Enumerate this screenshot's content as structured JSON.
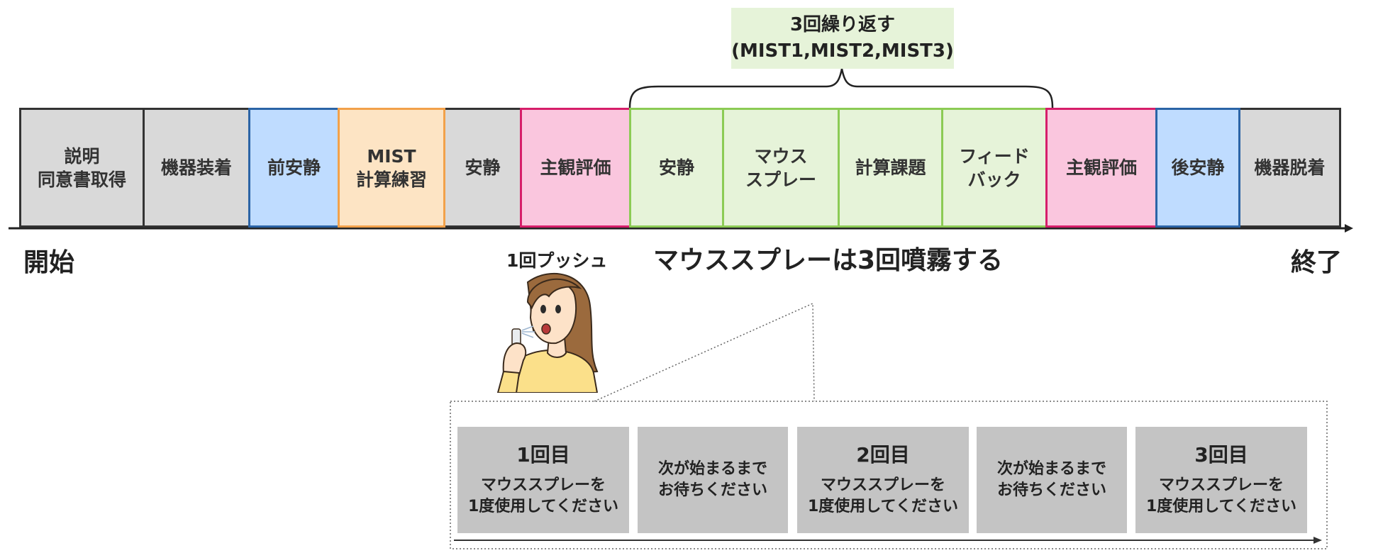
{
  "repeat_label": {
    "line1": "3回繰り返す",
    "line2": "(MIST1,MIST2,MIST3)"
  },
  "timeline": [
    {
      "label": "説明\n同意書取得",
      "color": "gray"
    },
    {
      "label": "機器装着",
      "color": "gray"
    },
    {
      "label": "前安静",
      "color": "blue"
    },
    {
      "label": "MIST\n計算練習",
      "color": "orange"
    },
    {
      "label": "安静",
      "color": "gray"
    },
    {
      "label": "主観評価",
      "color": "pink"
    },
    {
      "label": "安静",
      "color": "green"
    },
    {
      "label": "マウス\nスプレー",
      "color": "green"
    },
    {
      "label": "計算課題",
      "color": "green"
    },
    {
      "label": "フィード\nバック",
      "color": "green"
    },
    {
      "label": "主観評価",
      "color": "pink"
    },
    {
      "label": "後安静",
      "color": "blue"
    },
    {
      "label": "機器脱着",
      "color": "gray"
    }
  ],
  "labels": {
    "start": "開始",
    "end": "終了",
    "push_once": "1回プッシュ",
    "spray_three_times": "マウススプレーは3回噴霧する"
  },
  "detail_steps": [
    {
      "title": "1回目",
      "text": "マウススプレーを\n1度使用してください"
    },
    {
      "title": "",
      "text": "次が始まるまで\nお待ちください"
    },
    {
      "title": "2回目",
      "text": "マウススプレーを\n1度使用してください"
    },
    {
      "title": "",
      "text": "次が始まるまで\nお待ちください"
    },
    {
      "title": "3回目",
      "text": "マウススプレーを\n1度使用してください"
    }
  ],
  "colors": {
    "gray": "#d9d9d9",
    "blue": "#bfdcff",
    "orange": "#fde4c4",
    "pink": "#fac6de",
    "green": "#e6f3d9",
    "step_gray": "#c4c4c4"
  },
  "icons": {
    "illustration": "woman-using-mouth-spray-illustration"
  }
}
